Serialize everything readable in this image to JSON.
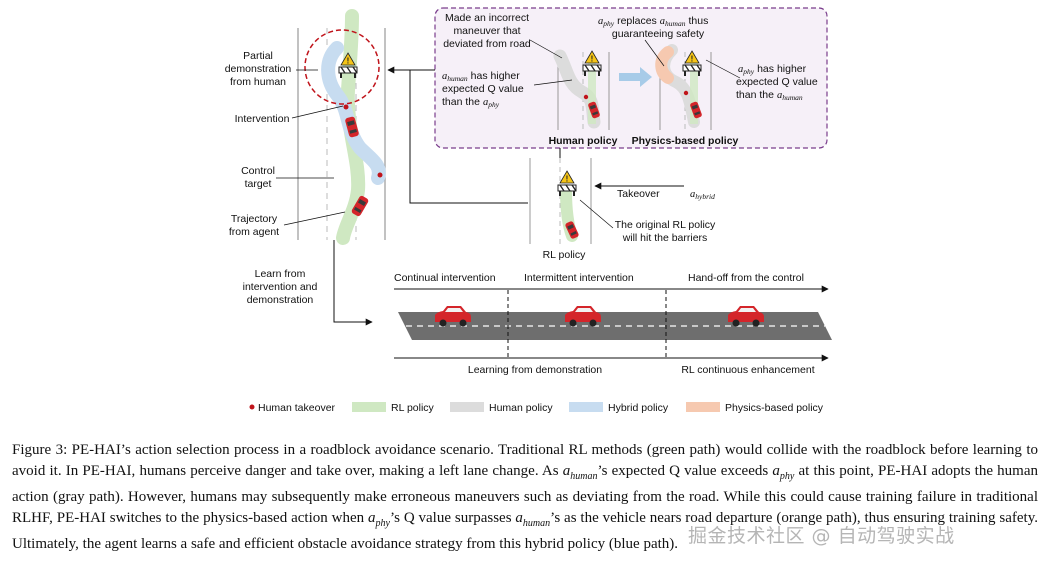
{
  "figure": {
    "left_panel": {
      "partial_demo": [
        "Partial",
        "demonstration",
        "from human"
      ],
      "intervention": "Intervention",
      "control_target": [
        "Control",
        "target"
      ],
      "trajectory": [
        "Trajectory",
        "from agent"
      ],
      "learn": [
        "Learn from",
        "intervention and",
        "demonstration"
      ]
    },
    "top_box": {
      "incorrect": [
        "Made an incorrect",
        "maneuver that",
        "deviated from road"
      ],
      "replaces_line1_a": "a",
      "replaces_line1_a_sub": "phy",
      "replaces_line1_mid": "replaces",
      "replaces_line1_b": "a",
      "replaces_line1_b_sub": "human",
      "replaces_line1_end": "thus",
      "replaces_line2": "guaranteeing safety",
      "human_higher_a": "a",
      "human_higher_a_sub": "human",
      "human_higher_line1": "has higher",
      "human_higher_line2": "expected Q value",
      "human_higher_line3": "than the",
      "human_higher_b": "a",
      "human_higher_b_sub": "phy",
      "phy_higher_a": "a",
      "phy_higher_a_sub": "phy",
      "phy_higher_line1": "has higher",
      "phy_higher_line2": "expected Q value",
      "phy_higher_line3": "than the",
      "phy_higher_b": "a",
      "phy_higher_b_sub": "human",
      "human_policy": "Human policy",
      "physics_policy": "Physics-based policy"
    },
    "rl_panel": {
      "takeover": "Takeover",
      "hybrid_a": "a",
      "hybrid_sub": "hybrid",
      "hit": [
        "The original RL policy",
        "will hit the barriers"
      ],
      "rl_policy": "RL policy"
    },
    "timeline": {
      "continual": "Continual intervention",
      "intermittent": "Intermittent intervention",
      "handoff": "Hand-off from the control",
      "learning_demo": "Learning from demonstration",
      "rl_enhance": "RL continuous enhancement"
    },
    "legend": {
      "human_takeover": "Human takeover",
      "rl_policy": "RL policy",
      "human_policy": "Human policy",
      "hybrid_policy": "Hybrid policy",
      "physics_policy": "Physics-based policy"
    },
    "colors": {
      "rl_green": "#cfe8c2",
      "human_gray": "#dcdcdc",
      "hybrid_blue": "#c7dcf0",
      "physics_orange": "#f6c9b0",
      "takeover_red": "#c0141b",
      "box_purple": "#7a3d8c",
      "box_fill": "#f6f0f8",
      "car_red": "#d4252a"
    }
  },
  "caption": {
    "p1": "Figure 3: PE-HAI’s action selection process in a roadblock avoidance scenario. Traditional RL methods (green path) would collide with the roadblock before learning to avoid it. In PE-HAI, humans perceive danger and take over, making a left lane change. As ",
    "a1": "a",
    "s1": "human",
    "p2": "’s expected Q value exceeds ",
    "a2": "a",
    "s2": "phy",
    "p3": " at this point, PE-HAI adopts the human action (gray path). However, humans may subsequently make erroneous maneuvers such as deviating from the road. While this could cause training failure in traditional RLHF, PE-HAI switches to the physics-based action when ",
    "a3": "a",
    "s3": "phy",
    "p4": "’s Q value surpasses ",
    "a4": "a",
    "s4": "human",
    "p5": "’s as the vehicle nears road departure (orange path), thus ensuring training safety. Ultimately, the agent learns a safe and efficient obstacle avoidance strategy from this hybrid policy (blue path)."
  },
  "watermark": "掘金技术社区 @ 自动驾驶实战"
}
